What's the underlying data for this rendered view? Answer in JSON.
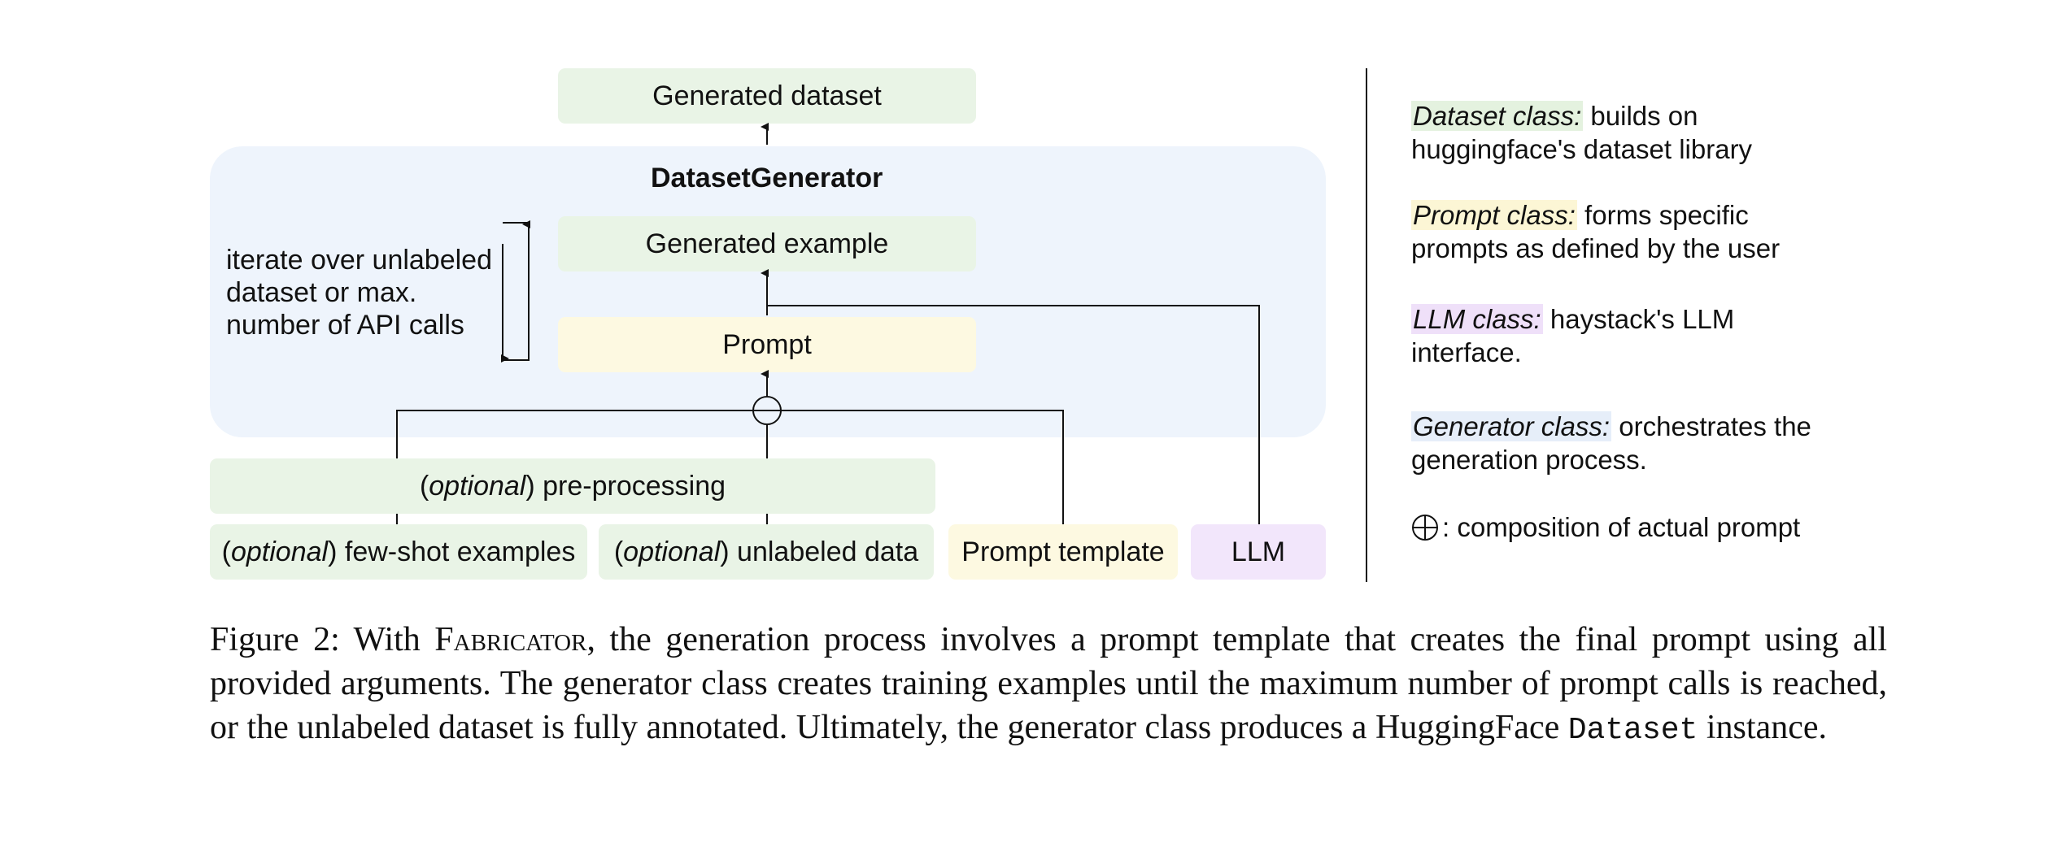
{
  "diagram": {
    "region_title": "DatasetGenerator",
    "boxes": {
      "generated_dataset": "Generated dataset",
      "generated_example": "Generated example",
      "prompt": "Prompt",
      "preprocessing_optional": "optional",
      "preprocessing_rest": " pre-processing",
      "fewshot_optional": "optional",
      "fewshot_rest": " few-shot examples",
      "unlabeled_optional": "optional",
      "unlabeled_rest": " unlabeled data",
      "prompt_template": "Prompt template",
      "llm": "LLM"
    },
    "iterate_lines": [
      "iterate over unlabeled",
      "dataset or max.",
      "number of API calls"
    ],
    "colors": {
      "green_box": "#e9f4e6",
      "yellow_box": "#fdf9e1",
      "purple_box": "#f2e6fb",
      "region": "#eef4fc",
      "line": "#111111"
    }
  },
  "legend": {
    "dataset": {
      "term": "Dataset class:",
      "line1": " builds on",
      "line2": "huggingface's dataset library"
    },
    "prompt": {
      "term": "Prompt class:",
      "line1": " forms specific",
      "line2": "prompts as defined by the user"
    },
    "llm": {
      "term": "LLM class:",
      "line1": " haystack's LLM",
      "line2": "interface."
    },
    "generator": {
      "term": "Generator class:",
      "line1": " orchestrates the",
      "line2": "generation process."
    },
    "composition": {
      "text": ": composition of actual prompt",
      "icon": "circled-plus-icon"
    }
  },
  "caption": {
    "prefix": "Figure 2: With ",
    "name": "Fabricator",
    "part1": ", the generation process involves a prompt template that creates the final prompt using all provided arguments. The generator class creates training examples until the maximum number of prompt calls is reached, or the unlabeled dataset is fully annotated. Ultimately, the generator class produces a HuggingFace ",
    "code": "Dataset",
    "part2": " instance."
  }
}
